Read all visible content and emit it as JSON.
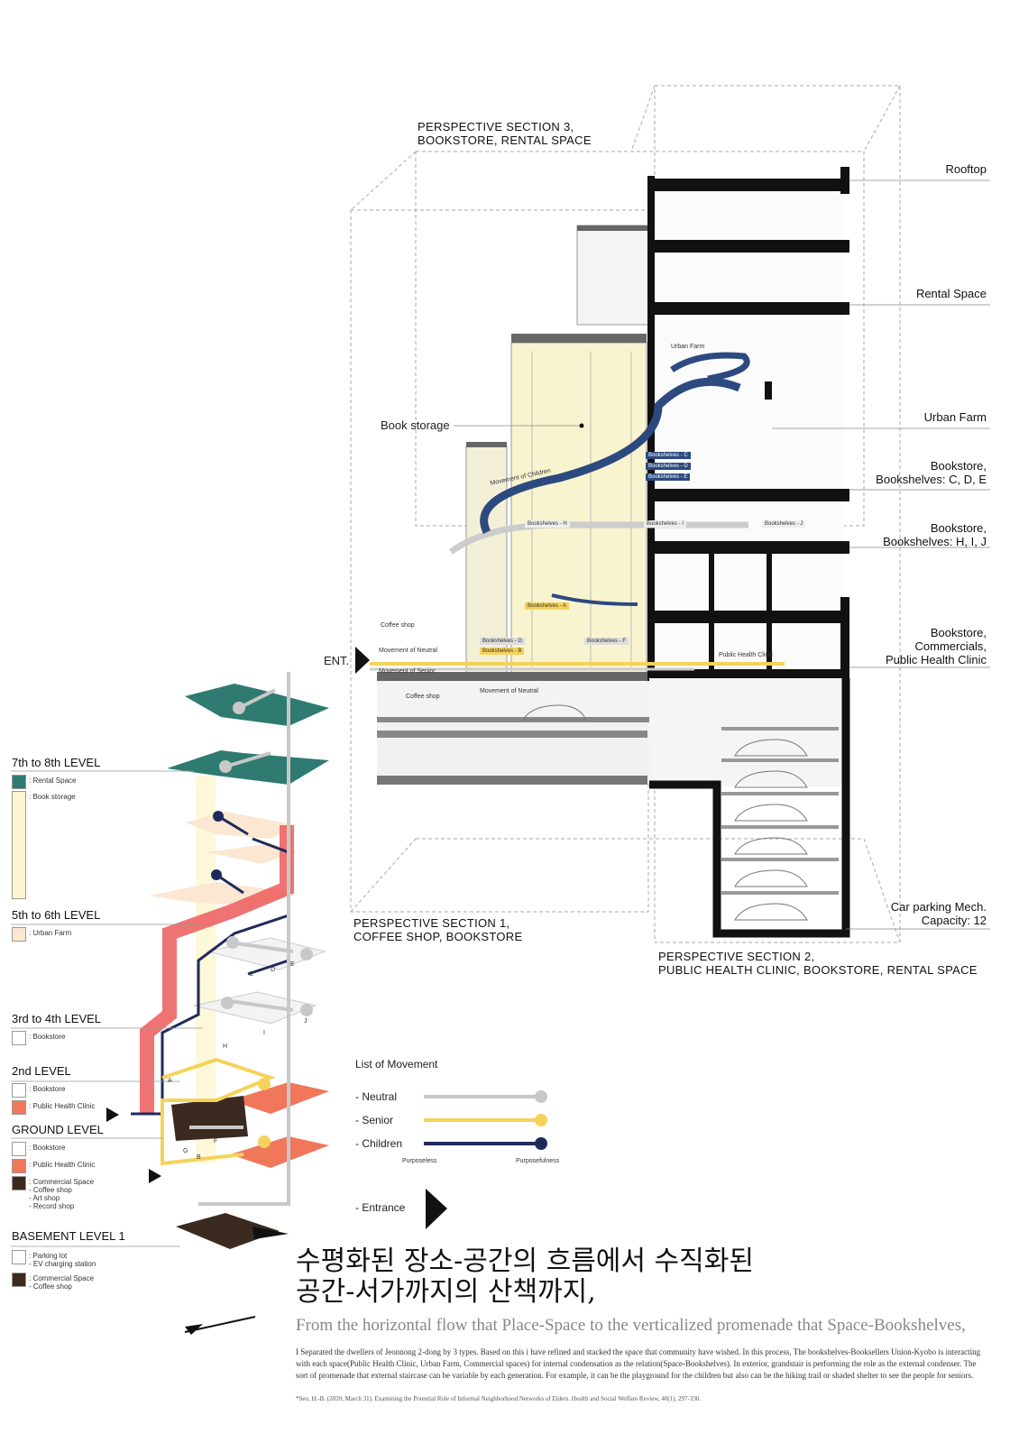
{
  "section_titles": {
    "s3": "PERSPECTIVE SECTION 3,\nBOOKSTORE, RENTAL SPACE",
    "s1": "PERSPECTIVE SECTION 1,\nCOFFEE SHOP, BOOKSTORE",
    "s2": "PERSPECTIVE SECTION 2,\nPUBLIC HEALTH CLINIC, BOOKSTORE, RENTAL SPACE"
  },
  "right_labels": [
    "Rooftop",
    "Rental Space",
    "Urban Farm",
    "Bookstore,\nBookshelves: C, D, E",
    "Bookstore,\nBookshelves: H, I, J",
    "Bookstore,\nCommercials,\nPublic Health Clinic",
    "Car parking Mech.\nCapacity: 12"
  ],
  "section_labels": {
    "book_storage": "Book storage",
    "entrance": "ENT.",
    "urban_farm": "Urban Farm",
    "movement_children": "Movement of Children",
    "bookshelves_c": "Bookshelves - C",
    "bookshelves_d": "Bookshelves - D",
    "bookshelves_e": "Bookshelves - E",
    "bookshelves_h": "Bookshelves - H",
    "bookshelves_i": "Bookshelves - I",
    "bookshelves_j": "Bookshelves - J",
    "bookshelves_a": "Bookshelves - A",
    "bookshelves_g": "Bookshelves - G",
    "bookshelves_b": "Bookshelves - B",
    "bookshelves_f": "Bookshelves - F",
    "coffee_shop_1": "Coffee shop",
    "coffee_shop_2": "Coffee shop",
    "movement_neutral_1": "Movement of Neutral",
    "movement_neutral_2": "Movement of Neutral",
    "movement_senior": "Movement of Senior",
    "public_health_clinic": "Public Health Clinic"
  },
  "levels": [
    {
      "title": "7th to 8th LEVEL",
      "items": [
        {
          "color": "#2f7b72",
          "label": ": Rental Space"
        },
        {
          "color": "#fbf6cf",
          "label": ": Book storage"
        }
      ]
    },
    {
      "title": "5th to 6th LEVEL",
      "items": [
        {
          "color": "#fbe7d2",
          "label": ": Urban Farm"
        }
      ]
    },
    {
      "title": "3rd to 4th LEVEL",
      "items": [
        {
          "color": "#ffffff",
          "label": ": Bookstore"
        }
      ]
    },
    {
      "title": "2nd LEVEL",
      "items": [
        {
          "color": "#ffffff",
          "label": ": Bookstore"
        },
        {
          "color": "#f0775a",
          "label": ": Public Health Clinic"
        }
      ]
    },
    {
      "title": "GROUND LEVEL",
      "items": [
        {
          "color": "#ffffff",
          "label": ": Bookstore"
        },
        {
          "color": "#f0775a",
          "label": ": Public Health Clinic"
        },
        {
          "color": "#3b2a1f",
          "label": ": Commercial Space\n- Coffee shop\n- Art shop\n- Record shop"
        }
      ]
    },
    {
      "title": "BASEMENT LEVEL 1",
      "items": [
        {
          "color": "#ffffff",
          "label": ": Parking lot\n- EV charging station"
        },
        {
          "color": "#3b2a1f",
          "label": ": Commercial Space\n- Coffee shop"
        }
      ]
    }
  ],
  "axon_letters": [
    "C",
    "D",
    "E",
    "H",
    "I",
    "J",
    "A",
    "F",
    "G",
    "B"
  ],
  "movement_legend": {
    "title": "List of Movement",
    "items": [
      {
        "label": "- Neutral",
        "color": "#c8c8c8"
      },
      {
        "label": "- Senior",
        "color": "#f5d25a"
      },
      {
        "label": "- Children",
        "color": "#1f2a5c"
      }
    ],
    "scale_left": "Purposeless",
    "scale_right": "Purposefulness",
    "entrance": "- Entrance"
  },
  "headline_kr": "수평화된 장소-공간의 흐름에서 수직화된\n공간-서가까지의 산책까지,",
  "headline_en": "From the horizontal flow that Place-Space to the verticalized promenade that Space-Bookshelves,",
  "body": "I Separated the dwellers of Jeonnong 2-dong by 3 types. Based on this i have refined  and stacked the space that community have wished. In this process, The bookshelves-Booksellers Union-Kyobo is interacting with each space(Public Health Clinic, Urban Farm, Commercial spaces) for internal condensation as the relation(Space-Bookshelves). In exterior, grandstair is performing the role as the external condenser. The sort of promenade that external staircase can be variable  by each generation. For example, it can be the playground for the children but also can be the hiking trail or shaded shelter to see the people for seniors.",
  "citation": "*Seo, H.-B. (2020, March 31). Examining the Potential Role of Informal Neighborhood Networks of Elders. Health and Social Welfare Review, 40(1), 297-330.",
  "colors": {
    "neutral": "#c8c8c8",
    "senior": "#f5d25a",
    "children": "#1f2a5c",
    "rental": "#2f7b72",
    "clinic": "#f0775a",
    "commercial": "#3b2a1f",
    "urban_farm": "#fbe7d2",
    "book_storage": "#fbf6cf"
  }
}
